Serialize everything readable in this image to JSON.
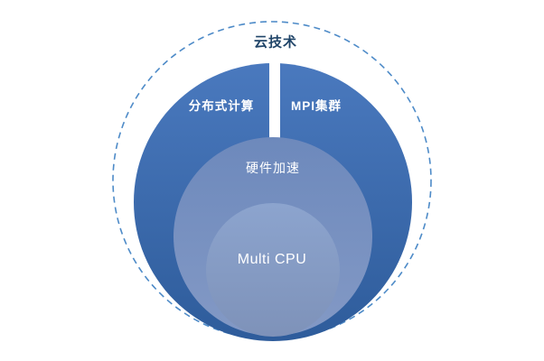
{
  "diagram": {
    "type": "nested-circles",
    "outer_layer": {
      "label": "云技术"
    },
    "segment_layers": [
      {
        "label": "分布式计算"
      },
      {
        "label": "MPI集群"
      }
    ],
    "middle_layer": {
      "label": "硬件加速"
    },
    "inner_layer": {
      "label": "Multi CPU"
    },
    "colors": {
      "dashed_stroke": "#4E8BC8",
      "outer_label_text": "#1F4468",
      "dark_circle_top": "#4A79BE",
      "dark_circle_bottom": "#2E5C9B",
      "middle_circle_top": "#6D89BC",
      "middle_circle_bottom": "#8399C5",
      "inner_circle_top": "#8CA4CE",
      "inner_circle_bottom": "#7E92B9",
      "inner_label_text": "#FFFFFF",
      "divider": "#FFFFFF"
    }
  }
}
